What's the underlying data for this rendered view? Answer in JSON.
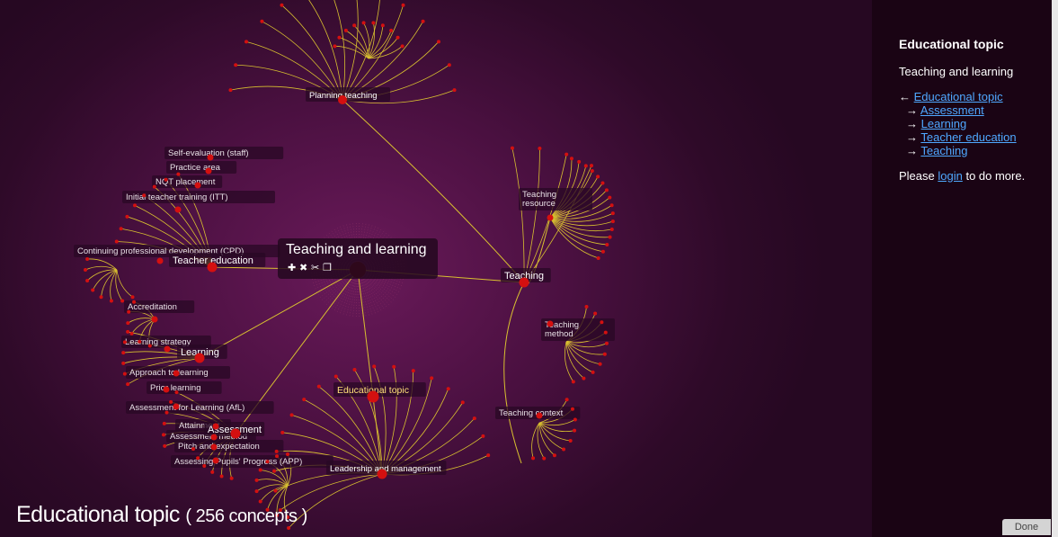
{
  "viz": {
    "focus": {
      "title": "Teaching and learning"
    },
    "major_nodes": [
      {
        "id": "teacher-education",
        "label": "Teacher education"
      },
      {
        "id": "teaching",
        "label": "Teaching"
      },
      {
        "id": "learning",
        "label": "Learning"
      },
      {
        "id": "assessment",
        "label": "Assessment"
      },
      {
        "id": "educational-topic",
        "label": "Educational topic"
      },
      {
        "id": "planning-teaching",
        "label": "Planning teaching"
      },
      {
        "id": "leadership",
        "label": "Leadership and management"
      }
    ],
    "minor_labels": [
      "Self-evaluation (staff)",
      "Practice area",
      "NQT placement",
      "Initial teacher training (ITT)",
      "Continuing professional development (CPD)",
      "Accreditation",
      "Learning strategy",
      "Approach to learning",
      "Prior learning",
      "Assessment for Learning (AfL)",
      "Attainment",
      "Assessment method",
      "Pitch and expectation",
      "Assessing Pupils' Progress (APP)",
      "Teaching resource",
      "Teaching method",
      "Teaching context"
    ],
    "colors": {
      "edge": "#d8c030",
      "node": "#d41010",
      "focus_node": "#6a0808",
      "highlight": "#ffe07a"
    }
  },
  "footer": {
    "title": "Educational topic",
    "count": "( 256 concepts )"
  },
  "sidebar": {
    "heading": "Educational topic",
    "subtitle": "Teaching and learning",
    "parent_arrow": "←",
    "parent": "Educational topic",
    "child_arrow": "→",
    "children": [
      "Assessment",
      "Learning",
      "Teacher education",
      "Teaching"
    ],
    "login_prefix": "Please ",
    "login_link": "login",
    "login_suffix": " to do more."
  },
  "done_label": "Done"
}
